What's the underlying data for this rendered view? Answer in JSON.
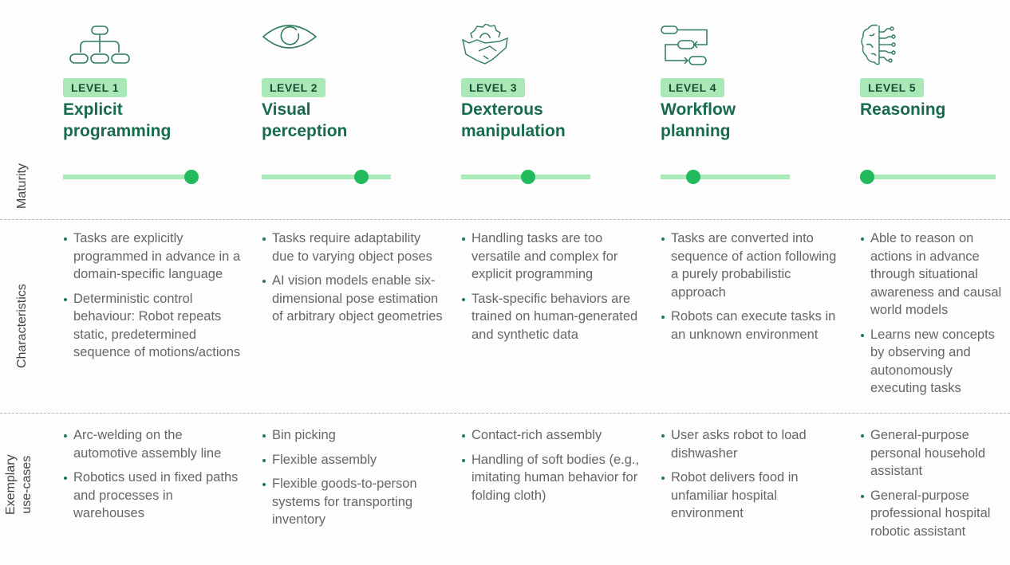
{
  "row_labels": {
    "maturity": "Maturity",
    "characteristics": "Characteristics",
    "use_cases_line1": "Exemplary",
    "use_cases_line2": "use-cases"
  },
  "colors": {
    "title_green": "#176b4a",
    "badge_bg": "#a9e9b8",
    "track": "#a8ebb9",
    "dot": "#21bb5e",
    "bullet": "#1f7a52"
  },
  "levels": [
    {
      "badge": "LEVEL 1",
      "icon": "hierarchy-icon",
      "title_line1": "Explicit",
      "title_line2": "programming",
      "maturity": 0.95,
      "characteristics": [
        "Tasks are explicitly programmed in advance in a domain-specific language",
        "Deterministic control behaviour: Robot repeats static, predetermined sequence of motions/actions"
      ],
      "use_cases": [
        "Arc-welding on the automotive assembly line",
        "Robotics used in fixed paths and processes in warehouses"
      ]
    },
    {
      "badge": "LEVEL 2",
      "icon": "eye-icon",
      "title_line1": "Visual",
      "title_line2": "perception",
      "maturity": 0.77,
      "characteristics": [
        "Tasks require adaptability due to varying object poses",
        "AI vision models enable six-dimensional pose estimation of arbitrary object geometries"
      ],
      "use_cases": [
        "Bin picking",
        "Flexible assembly",
        "Flexible goods-to-person systems for transporting inventory"
      ]
    },
    {
      "badge": "LEVEL 3",
      "icon": "handshake-gear-icon",
      "title_line1": "Dexterous",
      "title_line2": "manipulation",
      "maturity": 0.52,
      "characteristics": [
        "Handling tasks are too versatile and complex for explicit programming",
        "Task-specific behaviors are trained on human-generated and synthetic data"
      ],
      "use_cases": [
        "Contact-rich assembly",
        "Handling of soft bodies (e.g., imitating human behavior for folding cloth)"
      ]
    },
    {
      "badge": "LEVEL 4",
      "icon": "workflow-icon",
      "title_line1": "Workflow",
      "title_line2": "planning",
      "maturity": 0.25,
      "characteristics": [
        "Tasks are converted into sequence of action following a purely probabilistic approach",
        "Robots can execute tasks in an unknown environment"
      ],
      "use_cases": [
        "User asks robot to load dishwasher",
        "Robot delivers food in unfamiliar hospital environment"
      ]
    },
    {
      "badge": "LEVEL 5",
      "icon": "brain-circuit-icon",
      "title_line1": "Reasoning",
      "title_line2": "",
      "maturity": 0.05,
      "characteristics": [
        "Able to reason on actions in advance through situational awareness and causal world models",
        "Learns new concepts by observing and autonomously executing tasks"
      ],
      "use_cases": [
        "General-purpose personal household assistant",
        "General-purpose professional hospital robotic assistant"
      ]
    }
  ]
}
